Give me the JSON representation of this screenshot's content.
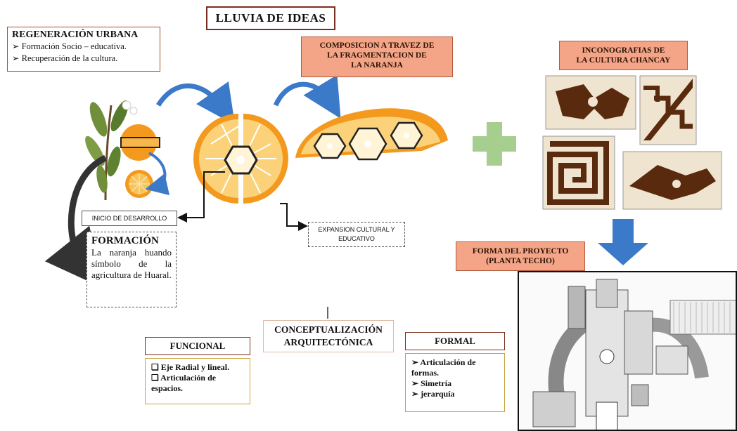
{
  "title": "LLUVIA DE IDEAS",
  "regeneracion": {
    "heading": "REGENERACIÓN URBANA",
    "items": [
      "Formación Socio – educativa.",
      "Recuperación de la cultura."
    ]
  },
  "composicion": {
    "lines": [
      "COMPOSICION A TRAVEZ DE",
      "LA FRAGMENTACION DE",
      "LA NARANJA"
    ]
  },
  "iconografias": {
    "lines": [
      "INCONOGRAFIAS DE",
      "LA CULTURA CHANCAY"
    ]
  },
  "inicio": "INICIO DE DESARROLLO",
  "formacion": {
    "heading": "FORMACIÓN",
    "text": "La naranja huando símbolo de la agricultura de Huaral."
  },
  "expansion": {
    "lines": [
      "EXPANSION CULTURAL Y",
      "EDUCATIVO"
    ]
  },
  "forma_proyecto": {
    "lines": [
      "FORMA DEL PROYECTO",
      "(PLANTA TECHO)"
    ]
  },
  "conceptualizacion": {
    "lines": [
      "CONCEPTUALIZACIÓN",
      "ARQUITECTÓNICA"
    ]
  },
  "funcional": {
    "title": "FUNCIONAL",
    "items": [
      "Eje Radial y lineal.",
      "Articulación de espacios."
    ]
  },
  "formal": {
    "title": "FORMAL",
    "items": [
      "Articulación de formas.",
      "Simetría",
      "jerarquía"
    ]
  },
  "colors": {
    "accent_border": "#7a2e1d",
    "peach": "#f4a587",
    "orange": "#f39a1e",
    "blue_arrow": "#3b79c9",
    "green_plus": "#a6cf8f",
    "chancay_brown": "#5a2a0e"
  }
}
